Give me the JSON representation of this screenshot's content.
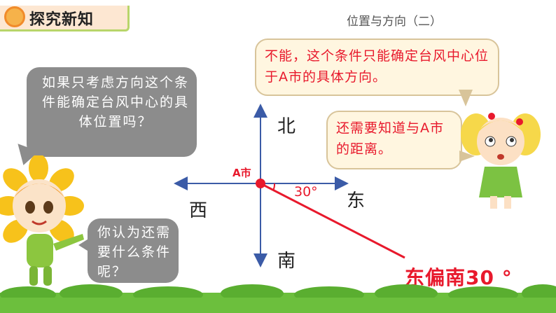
{
  "header": {
    "title": "探究新知",
    "lesson": "位置与方向（二）"
  },
  "bubbles": {
    "question": "如果只考虑方向这个条件能确定台风中心的具体位置吗？",
    "ask": "你认为还需要什么条件呢？",
    "answer": "不能，这个条件只能确定台风中心位于A市的具体方向。",
    "more": "还需要知道与A市的距离。"
  },
  "compass": {
    "north": "北",
    "south": "南",
    "west": "西",
    "east": "东",
    "city": "A市",
    "angle": "30°",
    "result": "东偏南30 °"
  },
  "colors": {
    "accent": "#e8192c",
    "axis": "#3b5ba7",
    "bubble_gray": "#8c8c8c",
    "bubble_cream": "#fff6e0"
  }
}
